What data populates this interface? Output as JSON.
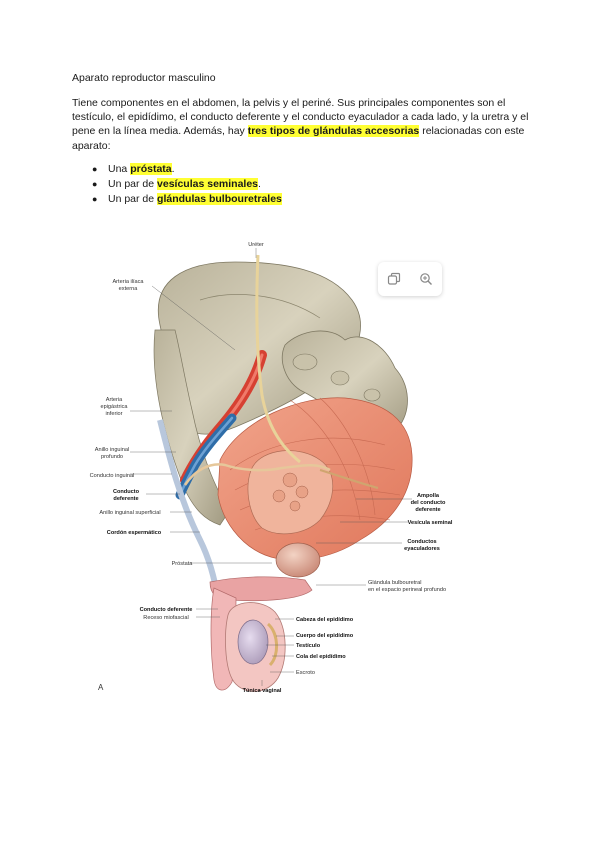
{
  "document": {
    "title": "Aparato reproductor masculino",
    "paragraph": {
      "part1": "Tiene componentes en el abdomen, la pelvis y el periné. Sus principales componentes son el testículo, el epidídimo, el conducto deferente y el conducto eyaculador a cada lado, y la uretra y el pene en la línea media. Además, hay ",
      "highlight": "tres tipos de glándulas accesorias",
      "part2": " relacionadas con este aparato:"
    },
    "list": [
      {
        "prefix": "Una ",
        "highlight": "próstata",
        "suffix": "."
      },
      {
        "prefix": "Un par de ",
        "highlight": "vesículas seminales",
        "suffix": "."
      },
      {
        "prefix": "Un par de ",
        "highlight": "glándulas bulbouretrales",
        "suffix": ""
      }
    ]
  },
  "figure": {
    "labels": {
      "ureter": "Uréter",
      "arteria_iliaca_1": "Arteria ilíaca",
      "arteria_iliaca_2": "externa",
      "arteria_epi_1": "Arteria",
      "arteria_epi_2": "epigástrica",
      "arteria_epi_3": "inferior",
      "anillo_prof_1": "Anillo inguinal",
      "anillo_prof_2": "profundo",
      "conducto_inguinal": "Conducto inguinal",
      "conducto_def_1": "Conducto",
      "conducto_def_2": "deferente",
      "anillo_sup": "Anillo inguinal superficial",
      "cordon": "Cordón espermático",
      "prostata": "Próstata",
      "conducto_def_b": "Conducto deferente",
      "receso": "Receso miofascial",
      "ampolla_1": "Ampolla",
      "ampolla_2": "del conducto",
      "ampolla_3": "deferente",
      "vesicula": "Vesícula seminal",
      "conductos_1": "Conductos",
      "conductos_2": "eyaculadores",
      "glandula_1": "Glándula bulbouretral",
      "glandula_2": "en el espacio perineal profundo",
      "cabeza": "Cabeza del epidídimo",
      "cuerpo": "Cuerpo del epidídimo",
      "testiculo": "Testículo",
      "cola": "Cola del epidídimo",
      "escroto": "Escroto",
      "tunica": "Túnica vaginal",
      "panel": "A"
    },
    "tools": {
      "copy_icon": "copy-icon",
      "zoom_icon": "zoom-in-icon"
    }
  }
}
